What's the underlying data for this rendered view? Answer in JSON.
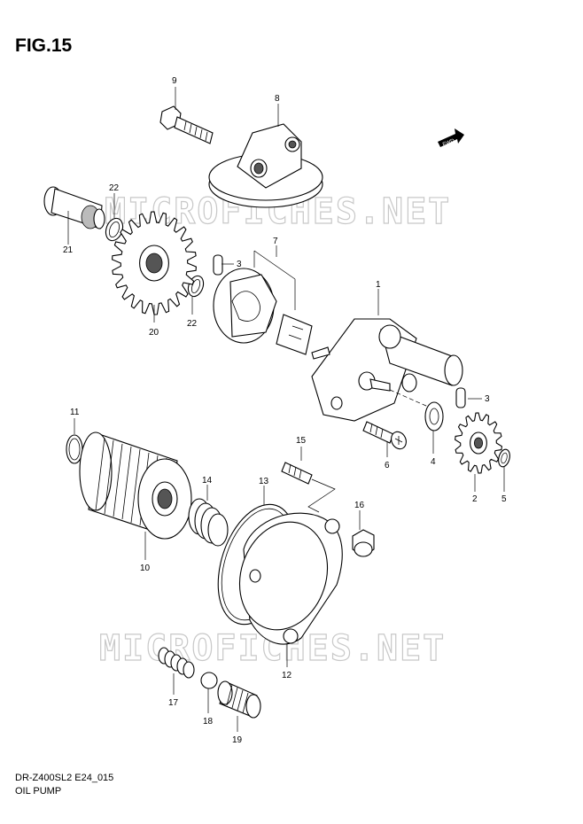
{
  "figure": {
    "title": "FIG.15",
    "model_code": "DR-Z400SL2 E24_015",
    "assembly_name": "OIL PUMP",
    "watermark": "MICROFICHES.NET",
    "fwd_label": "FWD"
  },
  "callouts": [
    {
      "id": "callout-1",
      "label": "1"
    },
    {
      "id": "callout-2",
      "label": "2"
    },
    {
      "id": "callout-3a",
      "label": "3"
    },
    {
      "id": "callout-3b",
      "label": "3"
    },
    {
      "id": "callout-4",
      "label": "4"
    },
    {
      "id": "callout-5",
      "label": "5"
    },
    {
      "id": "callout-6",
      "label": "6"
    },
    {
      "id": "callout-7",
      "label": "7"
    },
    {
      "id": "callout-8",
      "label": "8"
    },
    {
      "id": "callout-9",
      "label": "9"
    },
    {
      "id": "callout-10",
      "label": "10"
    },
    {
      "id": "callout-11",
      "label": "11"
    },
    {
      "id": "callout-12",
      "label": "12"
    },
    {
      "id": "callout-13",
      "label": "13"
    },
    {
      "id": "callout-14",
      "label": "14"
    },
    {
      "id": "callout-15",
      "label": "15"
    },
    {
      "id": "callout-16",
      "label": "16"
    },
    {
      "id": "callout-17",
      "label": "17"
    },
    {
      "id": "callout-18",
      "label": "18"
    },
    {
      "id": "callout-19",
      "label": "19"
    },
    {
      "id": "callout-20",
      "label": "20"
    },
    {
      "id": "callout-21",
      "label": "21"
    },
    {
      "id": "callout-22a",
      "label": "22"
    },
    {
      "id": "callout-22b",
      "label": "22"
    }
  ]
}
